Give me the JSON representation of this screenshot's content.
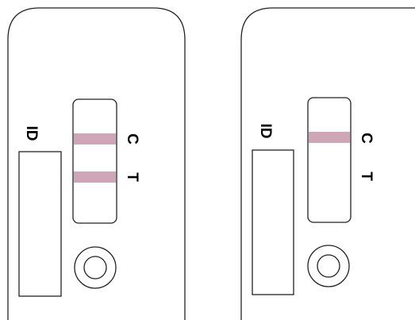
{
  "colors": {
    "outline": "#222222",
    "band": "#cfa6b5",
    "background": "#ffffff"
  },
  "cassettes": [
    {
      "id_label": "ID",
      "control_label": "C",
      "test_label": "T",
      "control_line_visible": true,
      "test_line_visible": true
    },
    {
      "id_label": "ID",
      "control_label": "C",
      "test_label": "T",
      "control_line_visible": true,
      "test_line_visible": false
    }
  ]
}
